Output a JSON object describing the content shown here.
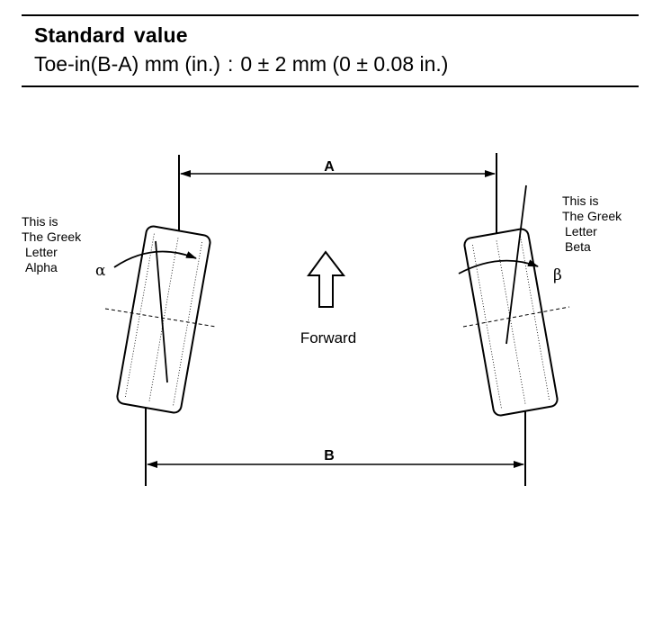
{
  "header": {
    "heading": "Standard value",
    "spec_label": "Toe-in(B-A) mm (in.)",
    "spec_separator": ":",
    "spec_value": "0 ± 2 mm (0 ± 0.08 in.)"
  },
  "diagram": {
    "dimension_a": "A",
    "dimension_b": "B",
    "direction_label": "Forward",
    "alpha_symbol": "α",
    "beta_symbol": "β",
    "left_note": [
      "This is",
      "The Greek",
      "Letter",
      "Alpha"
    ],
    "right_note": [
      "This is",
      "The Greek",
      "Letter",
      "Beta"
    ]
  }
}
